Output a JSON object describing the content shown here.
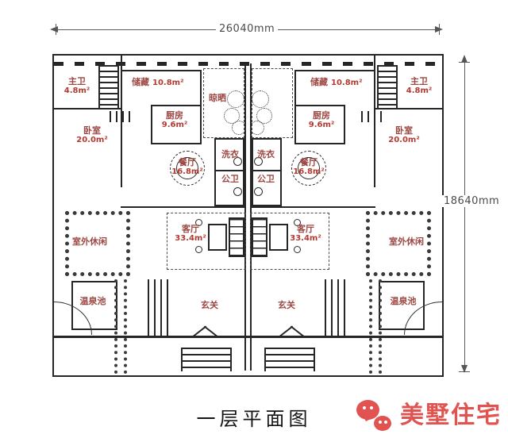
{
  "dimensions": {
    "width": "26040mm",
    "height": "18640mm"
  },
  "title": "一层平面图",
  "watermark": {
    "brand": "美墅住宅",
    "icon": "wechat-icon",
    "color": "#e15350"
  },
  "colors": {
    "wall": "#262626",
    "room_name_red": "#9c4742",
    "room_area_red": "#b23a31",
    "dimension_gray": "#4a4a4a"
  },
  "units": {
    "left": {
      "master_bath": {
        "name": "主卫",
        "area": "4.8m²"
      },
      "storage": {
        "name": "储藏",
        "area": "10.8m²"
      },
      "kitchen": {
        "name": "厨房",
        "area": "9.6m²"
      },
      "bedroom": {
        "name": "卧室",
        "area": "20.0m²"
      },
      "dining": {
        "name": "餐厅",
        "area": "16.8m²"
      },
      "laundry": {
        "name": "洗衣"
      },
      "public_bath": {
        "name": "公卫"
      },
      "living": {
        "name": "客厅",
        "area": "33.4m²"
      },
      "outdoor_leisure": {
        "name": "室外休闲"
      },
      "hot_spring_pool": {
        "name": "温泉池"
      },
      "foyer": {
        "name": "玄关"
      }
    },
    "right": {
      "master_bath": {
        "name": "主卫",
        "area": "4.8m²"
      },
      "storage": {
        "name": "储藏",
        "area": "10.8m²"
      },
      "kitchen": {
        "name": "厨房",
        "area": "9.6m²"
      },
      "bedroom": {
        "name": "卧室",
        "area": "20.0m²"
      },
      "dining": {
        "name": "餐厅",
        "area": "16.8m²"
      },
      "laundry": {
        "name": "洗衣"
      },
      "public_bath": {
        "name": "公卫"
      },
      "living": {
        "name": "客厅",
        "area": "33.4m²"
      },
      "outdoor_leisure": {
        "name": "室外休闲"
      },
      "hot_spring_pool": {
        "name": "温泉池"
      },
      "foyer": {
        "name": "玄关"
      }
    },
    "shared": {
      "drying_yard": {
        "name": "晾晒"
      }
    }
  }
}
